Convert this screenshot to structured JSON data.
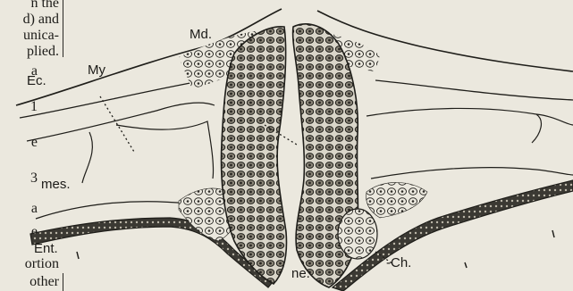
{
  "margin_lines": [
    "n the",
    "d) and",
    "unica-",
    "plied.",
    "a",
    "",
    "1",
    "",
    "e",
    "",
    "3",
    "",
    "a",
    "",
    "e",
    "",
    "",
    "ortion",
    "other"
  ],
  "labels": {
    "md": "Md.",
    "my": "My",
    "ec": "Ec.",
    "mes": "mes.",
    "ent": "Ent.",
    "ne": "ne.",
    "ch": "-Ch."
  }
}
